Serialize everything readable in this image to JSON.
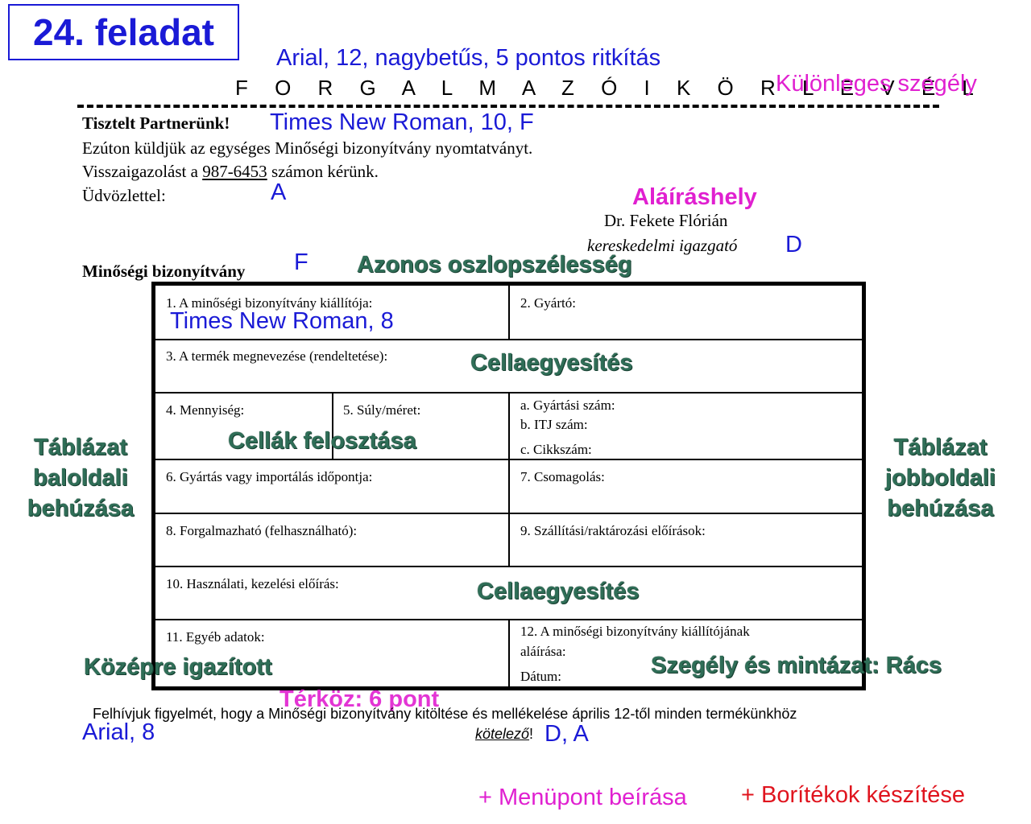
{
  "task_title": "24. feladat",
  "annotations": {
    "title_font": "Arial, 12, nagybetűs, 5 pontos ritkítás",
    "special_border": "Különleges szegély",
    "greeting_font": "Times New Roman, 10, F",
    "letter_a": "A",
    "signature_place": "Aláíráshely",
    "letter_d": "D",
    "letter_f": "F",
    "equal_column_width": "Azonos oszlopszélesség",
    "cell_font": "Times New Roman, 8",
    "merge_cells_1": "Cellaegyesítés",
    "split_cells": "Cellák felosztása",
    "merge_cells_2": "Cellaegyesítés",
    "left_indent_1": "Táblázat",
    "left_indent_2": "baloldali",
    "left_indent_3": "behúzása",
    "right_indent_1": "Táblázat",
    "right_indent_2": "jobboldali",
    "right_indent_3": "behúzása",
    "centered": "Középre igazított",
    "border_shading": "Szegély és mintázat: Rács",
    "spacing": "Térköz: 6 pont",
    "footer_font": "Arial, 8",
    "footer_style": "D, A",
    "menu_entry": "+ Menüpont beírása",
    "envelopes": "+ Borítékok készítése"
  },
  "letter": {
    "title": "F O R G A L M A Z Ó I   K Ö R L E V É L",
    "greeting": "Tisztelt Partnerünk!",
    "line1": "Ezúton küldjük az egységes Minőségi bizonyítvány nyomtatványt.",
    "line2_pre": "Visszaigazolást a ",
    "line2_number": "987-6453",
    "line2_post": " számon kérünk.",
    "closing": "Üdvözlettel:",
    "signer_name": "Dr. Fekete Flórián",
    "signer_title": "kereskedelmi igazgató",
    "section_title": "Minőségi bizonyítvány",
    "footer_text": "Felhívjuk figyelmét, hogy a Minőségi bizonyítvány kitöltése és mellékelése április 12-től minden termékünkhöz",
    "footer_emphasis": "kötelező",
    "footer_end": "!"
  },
  "table": {
    "c1": "1. A minőségi bizonyítvány kiállítója:",
    "c2": "2. Gyártó:",
    "c3": "3. A termék megnevezése (rendeltetése):",
    "c4": "4. Mennyiség:",
    "c5": "5. Súly/méret:",
    "c_a": "a. Gyártási szám:",
    "c_b": "b. ITJ szám:",
    "c_c": "c. Cikkszám:",
    "c6": "6. Gyártás vagy importálás időpontja:",
    "c7": "7. Csomagolás:",
    "c8": "8. Forgalmazható (felhasználható):",
    "c9": "9. Szállítási/raktározási előírások:",
    "c10": "10. Használati, kezelési előírás:",
    "c11": "11. Egyéb adatok:",
    "c12_line1": "12. A minőségi bizonyítvány kiállítójának",
    "c12_line2": "aláírása:",
    "c12_date": "Dátum:"
  }
}
